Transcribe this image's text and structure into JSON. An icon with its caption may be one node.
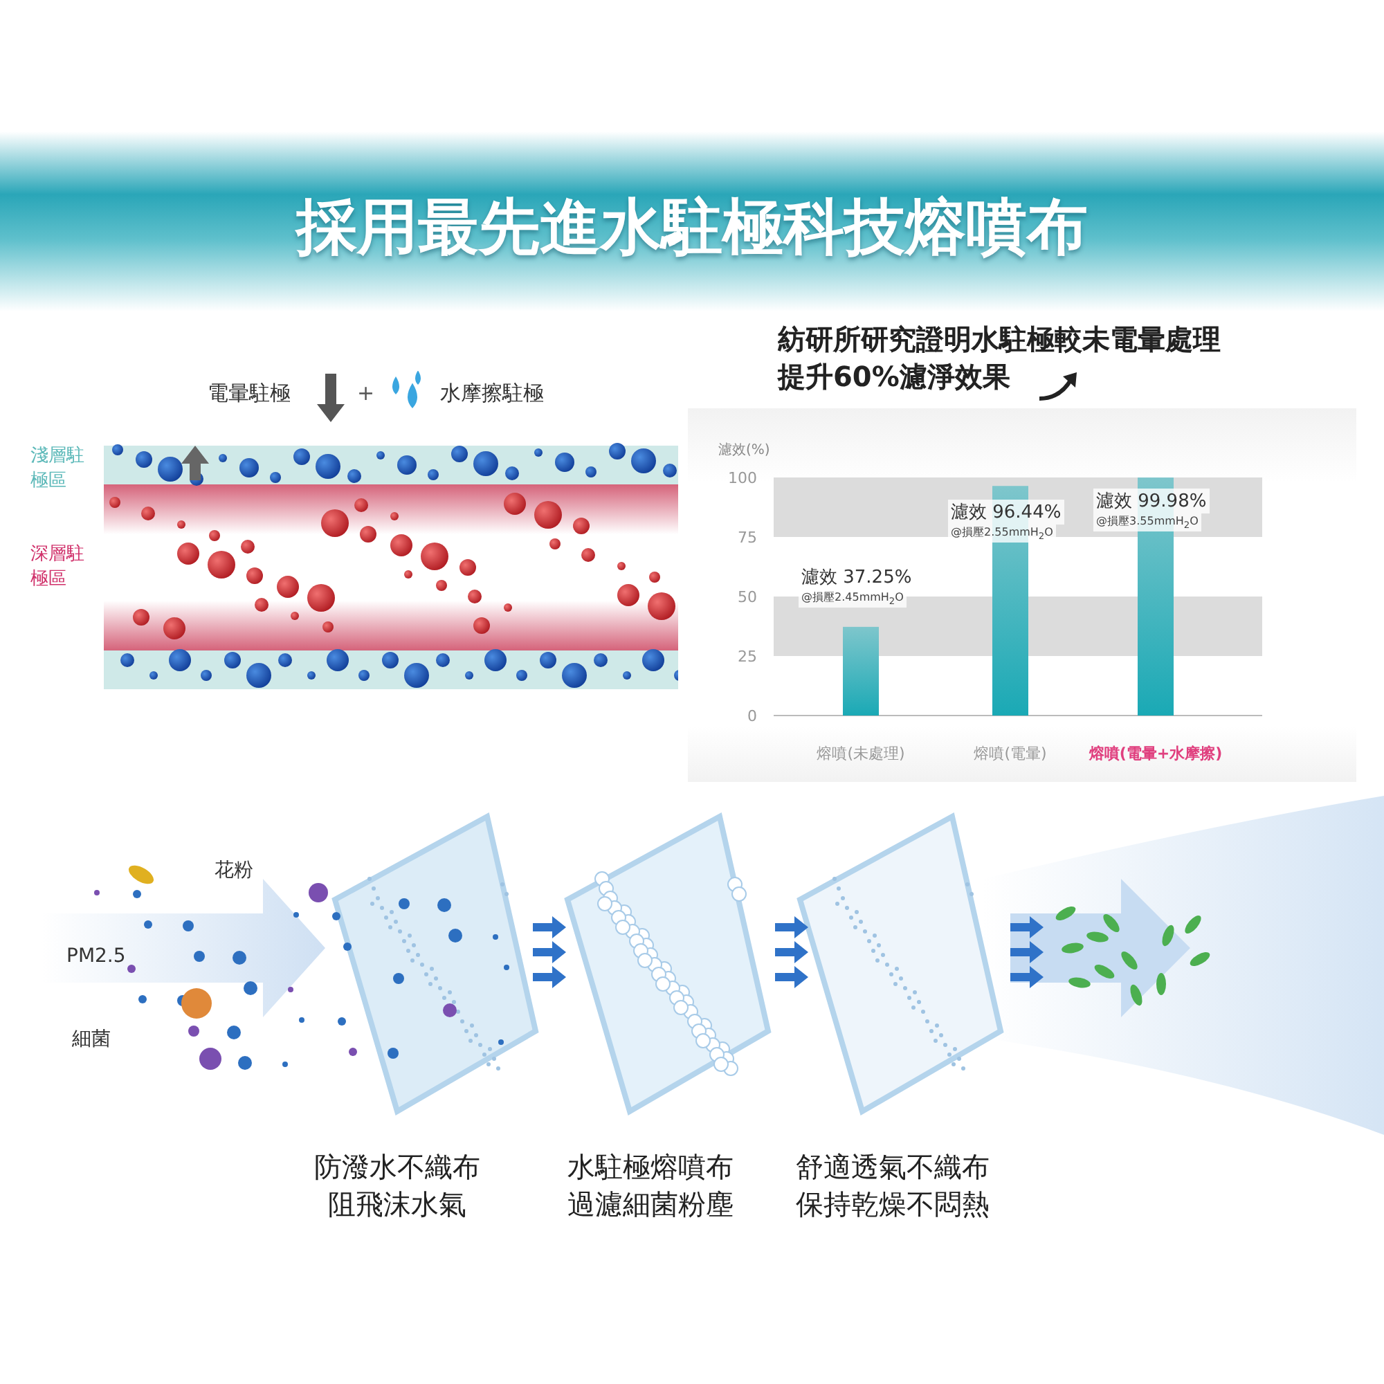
{
  "diagram": {
    "title": "採用最先進水駐極科技熔噴布",
    "labels": [
      "紡研所研究證明水駐極較未電暈處理提升60%濾淨效果",
      "電暈駐極",
      "+",
      "水摩擦駐極",
      "淺層駐極區",
      "深層駐極區",
      "花粉",
      "PM2.5",
      "細菌",
      "防潑水不織布阻飛沫水氣",
      "水駐極熔噴布過濾細菌粉塵",
      "舒適透氣不織布保持乾燥不悶熱"
    ],
    "chart_data": {
      "type": "bar",
      "ylabel": "濾效(%)",
      "categories": [
        "熔噴(未處理)",
        "熔噴(電暈)",
        "熔噴(電暈+水摩擦)"
      ],
      "values": [
        37.25,
        96.44,
        99.98
      ],
      "ylim": [
        0,
        100
      ],
      "yticks": [
        0,
        25,
        50,
        75,
        100
      ],
      "value_labels": [
        "濾效 37.25%",
        "濾效 96.44%",
        "濾效 99.98%"
      ],
      "annotations": [
        "@損壓2.45mmH$_{2}$O",
        "@損壓2.55mmH$_{2}$O",
        "@損壓3.55mmH$_{2}$O"
      ]
    }
  }
}
